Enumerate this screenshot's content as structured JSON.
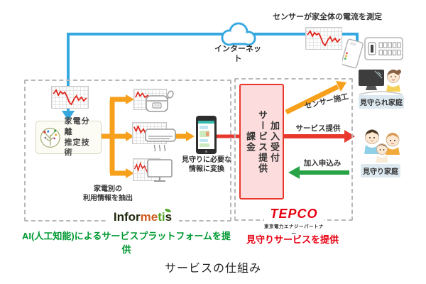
{
  "title": "サービスの仕組み",
  "top": {
    "sensor_caption": "センサーが家全体の電流を測定",
    "internet_label": "インターネット"
  },
  "informetis_area": {
    "tech_box": [
      "家電分離",
      "推定技術"
    ],
    "extract_caption": [
      "家電別の",
      "利用情報を抽出"
    ],
    "convert_caption": [
      "見守りに必要な",
      "情報に変換"
    ],
    "logo": {
      "part1": "Infor",
      "part2": "me",
      "part3": "ti",
      "part4": "s"
    },
    "caption": "AI(人工知能)によるサービスプラットフォームを提供"
  },
  "tepco_area": {
    "process_steps": [
      "加入受付",
      "サービス提供",
      "課金"
    ],
    "logo": "TEPCO",
    "logo_subtitle": "東京電力エナジーパートナー",
    "caption": "見守りサービスを提供"
  },
  "flow_labels": {
    "sensor_install": "センサー施工",
    "service_provide": "サービス提供",
    "subscribe": "加入申込み"
  },
  "households": {
    "watched": "見守られ家庭",
    "watcher": "見守り家庭"
  },
  "icons": [
    "cloud-icon",
    "power-chart",
    "ai-tree-icon",
    "rice-cooker-icon",
    "air-conditioner-icon",
    "tv-monitor-icon",
    "smartphone-icon",
    "sensor-device-icon",
    "distribution-board-icon",
    "watched-household-illustration",
    "watching-family-illustration",
    "leaf-icon"
  ],
  "colors": {
    "internet_blue": "#36a8e0",
    "flow_orange": "#f6a01c",
    "flow_red": "#e8382d",
    "flow_green": "#27a345",
    "process_box_fill": "#fcdcdc",
    "process_box_border": "#e8382d",
    "informetis_green": "#009933",
    "tepco_red": "#e60012",
    "chart_line_red": "#e0251b"
  }
}
